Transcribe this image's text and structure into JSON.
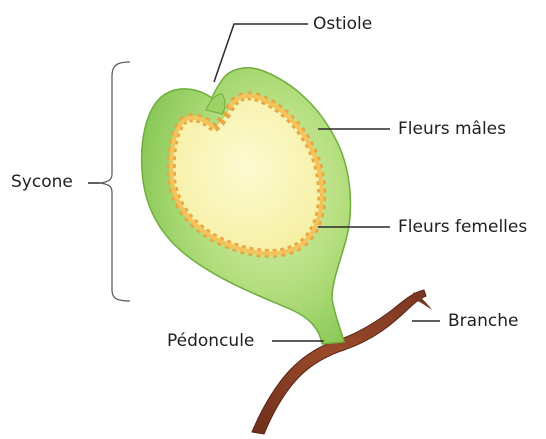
{
  "labels": {
    "ostiole": "Ostiole",
    "fleurs_males": "Fleurs mâles",
    "sycone": "Sycone",
    "fleurs_femelles": "Fleurs femelles",
    "branche": "Branche",
    "pedoncule": "Pédoncule"
  },
  "colors": {
    "fig_outer": "#a9d86e",
    "fig_edge": "#6fae3c",
    "pulp": "#fbf7b8",
    "flower_ring": "#f2b24a",
    "branch": "#8a4025",
    "leader_line": "#2a2a2a"
  }
}
